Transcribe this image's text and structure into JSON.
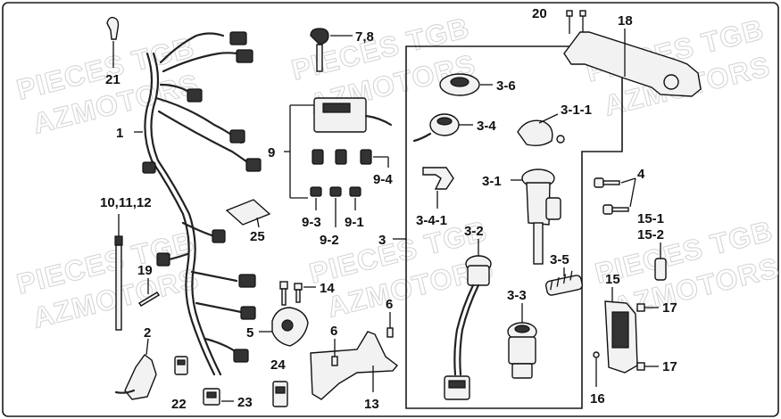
{
  "watermark": {
    "line1": "PIECES TGB",
    "line2": "AZMOTORS"
  },
  "callouts": {
    "p21": "21",
    "p1": "1",
    "p78": "7,8",
    "p9": "9",
    "p94": "9-4",
    "p93": "9-3",
    "p92": "9-2",
    "p91": "9-1",
    "p25": "25",
    "p101112": "10,11,12",
    "p19": "19",
    "p2": "2",
    "p22": "22",
    "p23": "23",
    "p24": "24",
    "p5": "5",
    "p14": "14",
    "p6a": "6",
    "p6b": "6",
    "p13": "13",
    "p36": "3-6",
    "p34": "3-4",
    "p311": "3-1-1",
    "p31": "3-1",
    "p341": "3-4-1",
    "p32": "3-2",
    "p3": "3",
    "p35": "3-5",
    "p33": "3-3",
    "p20": "20",
    "p18": "18",
    "p4": "4",
    "p151": "15-1",
    "p152": "15-2",
    "p15": "15",
    "p17a": "17",
    "p17b": "17",
    "p16": "16"
  }
}
